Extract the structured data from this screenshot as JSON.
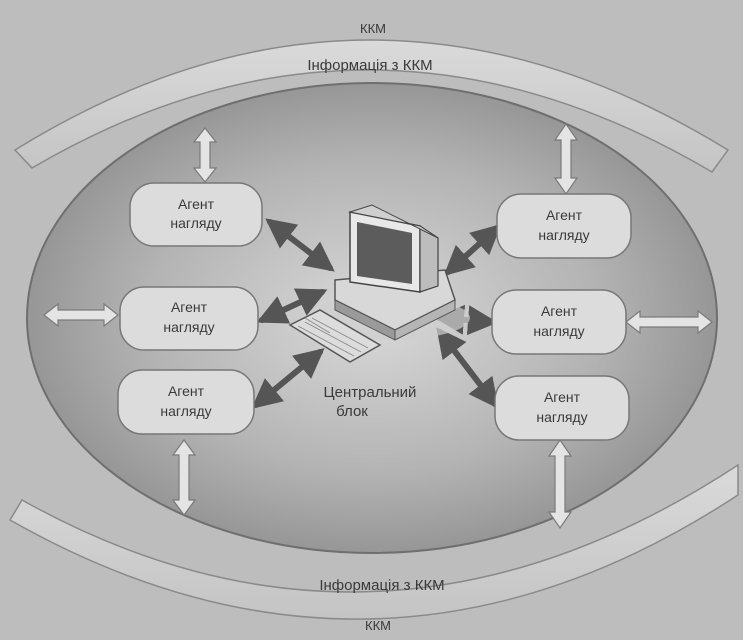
{
  "top_band": {
    "label": "ККМ",
    "info": "Інформація з ККМ"
  },
  "bottom_band": {
    "label": "ККМ",
    "info": "Інформація з ККМ"
  },
  "agents": [
    {
      "line1": "Агент",
      "line2": "нагляду"
    },
    {
      "line1": "Агент",
      "line2": "нагляду"
    },
    {
      "line1": "Агент",
      "line2": "нагляду"
    },
    {
      "line1": "Агент",
      "line2": "нагляду"
    },
    {
      "line1": "Агент",
      "line2": "нагляду"
    },
    {
      "line1": "Агент",
      "line2": "нагляду"
    }
  ],
  "central": {
    "line1": "Центральний",
    "line2": "блок"
  },
  "colors": {
    "background": "#bdbdbd",
    "band": "#d2d2d2",
    "ellipse": "#a3a3a3",
    "agent_fill": "#dcdcdc",
    "arrow_dark": "#5e5e5e"
  }
}
